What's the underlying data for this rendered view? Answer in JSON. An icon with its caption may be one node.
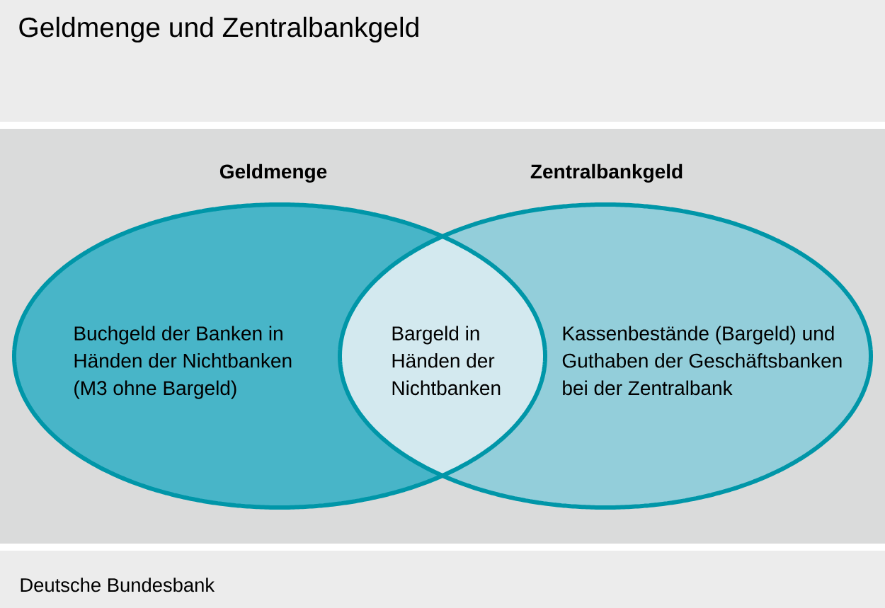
{
  "diagram": {
    "title": "Geldmenge und Zentralbankgeld",
    "nodes": [
      {
        "text": [
          "Geldmenge",
          "Buchgeld der Banken in Händen der Nichtbanken (M3 ohne Bargeld)"
        ]
      },
      {
        "text": [
          "Bargeld in Händen der Nichtbanken"
        ]
      },
      {
        "text": [
          "Zentralbankgeld",
          "Kassenbestände (Bargeld) und Guthaben der Geschäftsbanken bei der Zentralbank"
        ]
      }
    ],
    "labels": [
      "Deutsche Bundesbank"
    ]
  }
}
